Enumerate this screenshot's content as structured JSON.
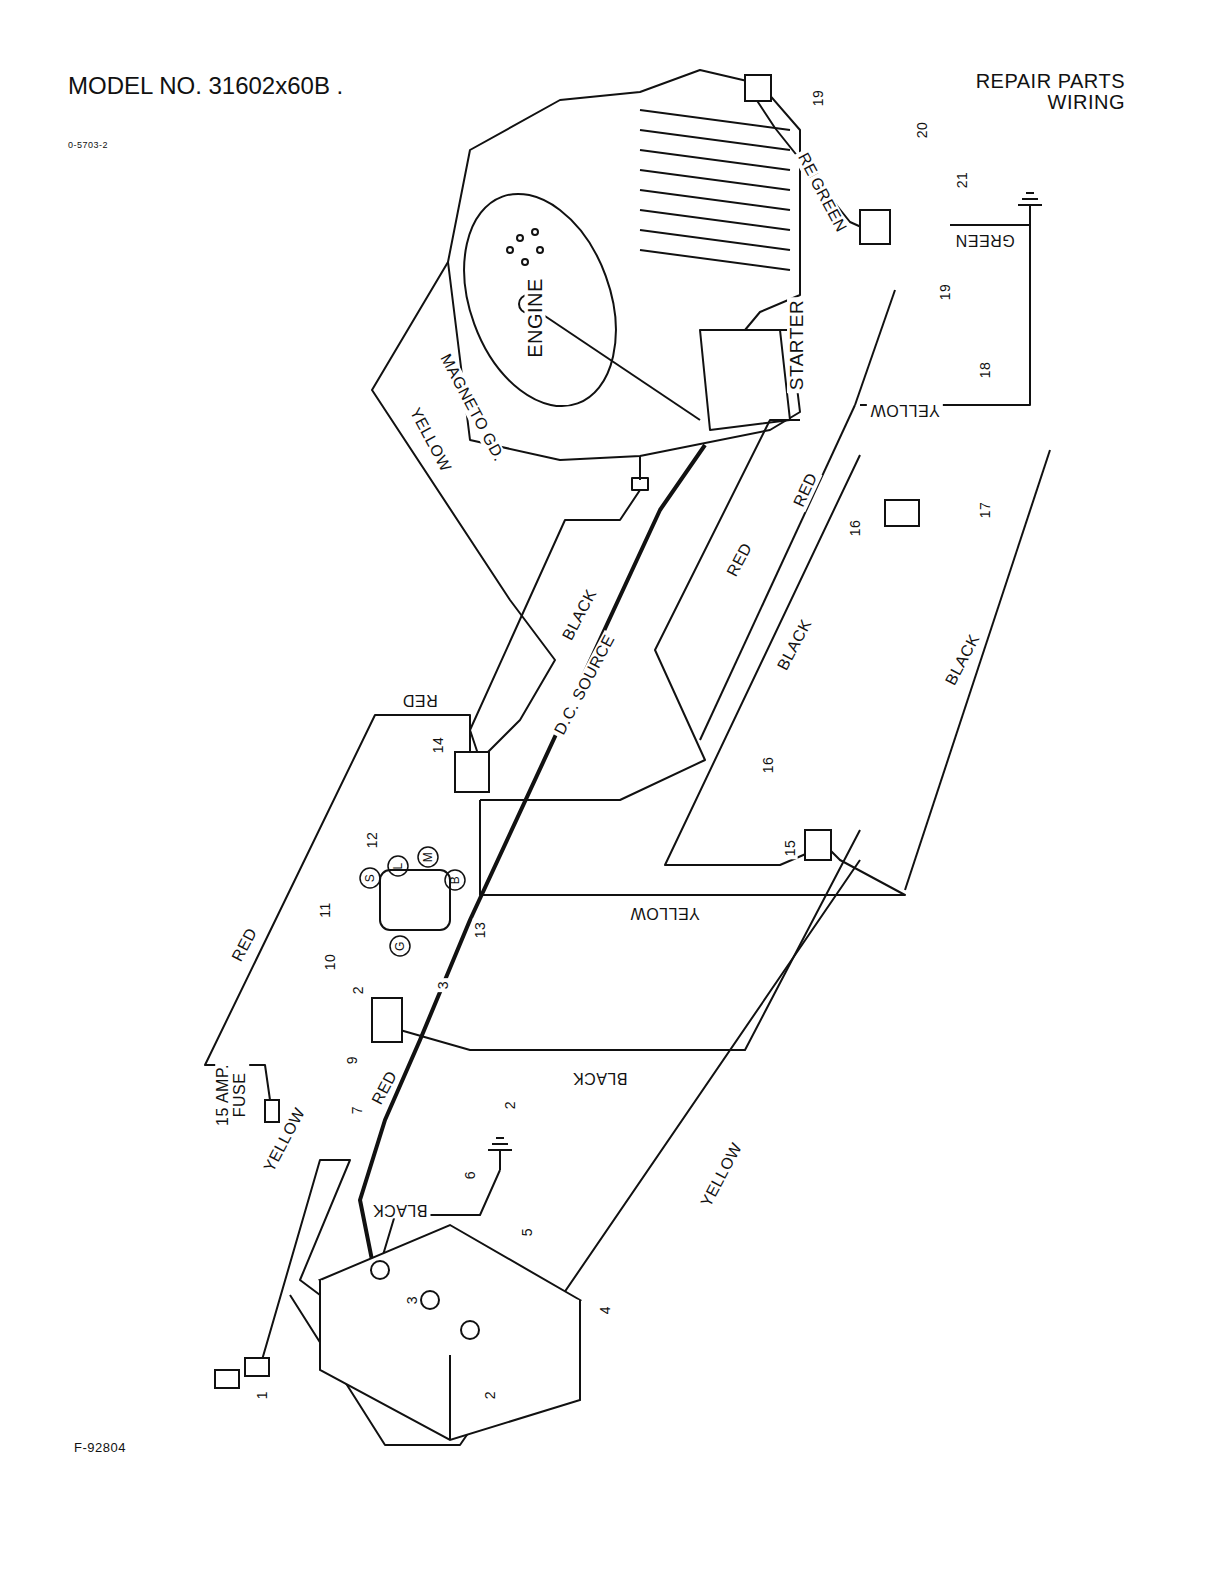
{
  "diagram": {
    "title": "MODEL NO. 31602x60B .",
    "labels": [
      "REPAIR PARTS WIRING",
      "0-5703-2",
      "F-92804",
      "ENGINE",
      "STARTER",
      "RED",
      "GREEN",
      "GREEN",
      "YELLOW",
      "RED",
      "YELLOW",
      "MAGNETO GD.",
      "BLACK",
      "D.C. SOURCE",
      "RED",
      "RED",
      "BLACK",
      "BLACK",
      "YELLOW",
      "RED",
      "BLACK",
      "7",
      "RED",
      "15 AMP. FUSE",
      "YELLOW",
      "BLACK",
      "YELLOW",
      "S",
      "L",
      "M",
      "B",
      "G",
      "1",
      "2",
      "2",
      "2",
      "3",
      "3",
      "4",
      "5",
      "6",
      "9",
      "10",
      "11",
      "12",
      "13",
      "14",
      "15",
      "16",
      "16",
      "17",
      "18",
      "19",
      "19",
      "20",
      "21"
    ]
  }
}
